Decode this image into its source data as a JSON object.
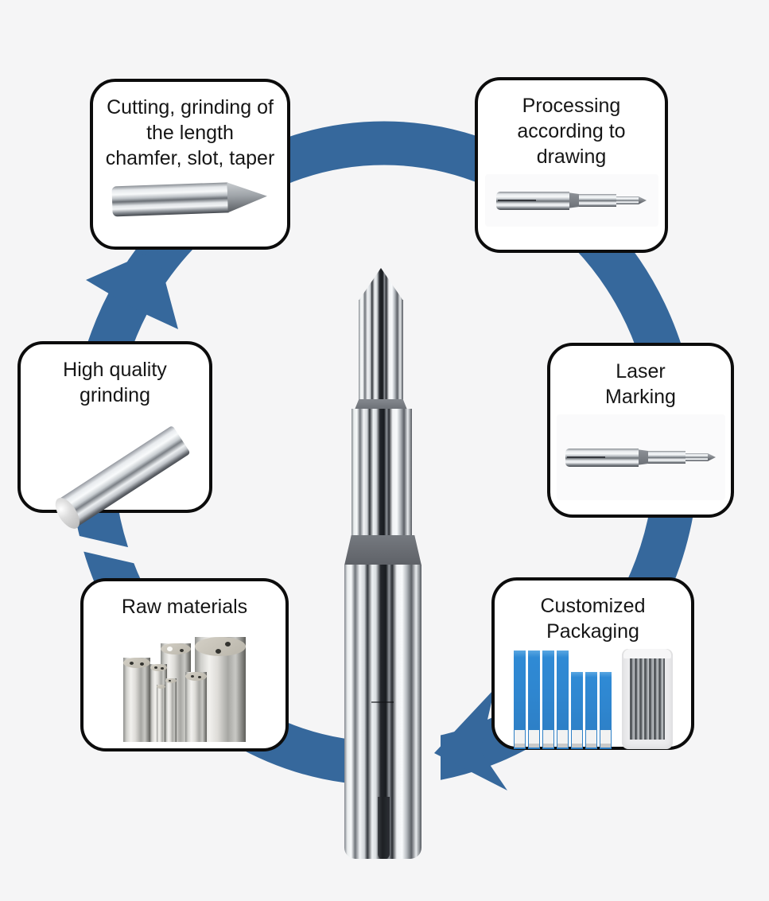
{
  "colors": {
    "background": "#f5f5f6",
    "flow_arrow_blue": "#36689c",
    "card_border": "#0c0c0c",
    "packaging_blue": "#2f86cf"
  },
  "cycle_steps": {
    "cutting": {
      "label": "Cutting, grinding of the length chamfer, slot, taper",
      "lines": [
        "Cutting, grinding of",
        "the length",
        "chamfer, slot, taper"
      ],
      "image": "chamfered-carbide-rod"
    },
    "processing": {
      "label": "Processing according to drawing",
      "lines": [
        "Processing",
        "according to",
        "drawing"
      ],
      "image": "stepped-carbide-tool"
    },
    "grinding": {
      "label": "High quality grinding",
      "lines": [
        "High quality",
        "grinding"
      ],
      "image": "polished-carbide-rod"
    },
    "laser": {
      "label": "Laser Marking",
      "lines": [
        "Laser",
        "Marking"
      ],
      "image": "stepped-carbide-tool"
    },
    "raw": {
      "label": "Raw materials",
      "lines": [
        "Raw materials"
      ],
      "image": "carbide-rod-blanks"
    },
    "packaging": {
      "label": "Customized Packaging",
      "lines": [
        "Customized",
        "Packaging"
      ],
      "image": "blue-boxes-and-bagged-rods"
    }
  },
  "center_image": "stepped-carbide-pin"
}
